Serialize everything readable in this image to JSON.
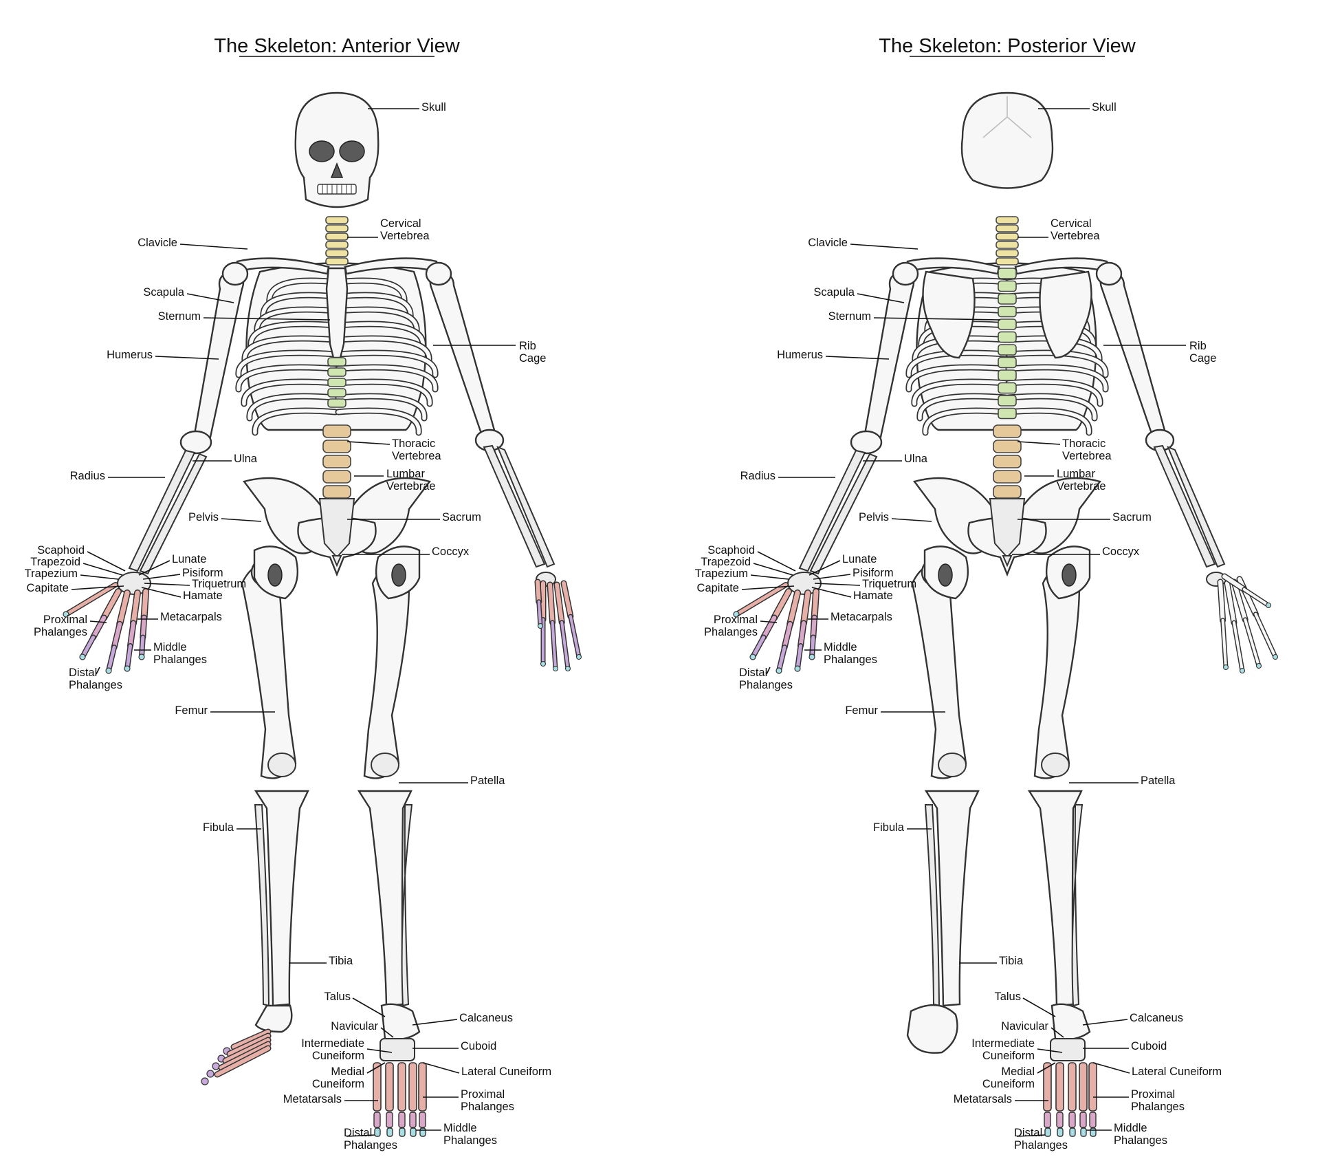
{
  "colors": {
    "cervical": "#efe3a3",
    "thoracic": "#cfe6b1",
    "lumbar": "#e6c99a",
    "carpal_metacarpal": "#e6b0a8",
    "proximal_phalanges": "#d9a8c9",
    "middle_phalanges": "#c6a8d9",
    "distal_phalanges": "#a8dde3"
  },
  "anterior": {
    "title": "The Skeleton: Anterior View",
    "labels": {
      "skull": "Skull",
      "cervical": [
        "Cervical",
        "Vertebrea"
      ],
      "clavicle": "Clavicle",
      "scapula": "Scapula",
      "sternum": "Sternum",
      "humerus": "Humerus",
      "ribcage": [
        "Rib",
        "Cage"
      ],
      "thoracic": [
        "Thoracic",
        "Vertebrea"
      ],
      "ulna": "Ulna",
      "radius": "Radius",
      "lumbar": [
        "Lumbar",
        "Vertebrae"
      ],
      "pelvis": "Pelvis",
      "sacrum": "Sacrum",
      "coccyx": "Coccyx",
      "scaphoid": "Scaphoid",
      "trapezoid": "Trapezoid",
      "trapezium": "Trapezium",
      "capitate": "Capitate",
      "lunate": "Lunate",
      "pisiform": "Pisiform",
      "triquetrum": "Triquetrum",
      "hamate": "Hamate",
      "metacarpals": "Metacarpals",
      "proximal_hand": [
        "Proximal",
        "Phalanges"
      ],
      "middle_hand": [
        "Middle",
        "Phalanges"
      ],
      "distal_hand": [
        "Distal",
        "Phalanges"
      ],
      "femur": "Femur",
      "patella": "Patella",
      "fibula": "Fibula",
      "tibia": "Tibia",
      "talus": "Talus",
      "calcaneus": "Calcaneus",
      "navicular": "Navicular",
      "cuboid": "Cuboid",
      "intermediate_cuneiform": [
        "Intermediate",
        "Cuneiform"
      ],
      "lateral_cuneiform": "Lateral Cuneiform",
      "medial_cuneiform": [
        "Medial",
        "Cuneiform"
      ],
      "metatarsals": "Metatarsals",
      "proximal_foot": [
        "Proximal",
        "Phalanges"
      ],
      "distal_foot": [
        "Distal",
        "Phalanges"
      ],
      "middle_foot": [
        "Middle",
        "Phalanges"
      ]
    }
  },
  "posterior": {
    "title": "The Skeleton: Posterior View",
    "labels": {
      "skull": "Skull",
      "cervical": [
        "Cervical",
        "Vertebrea"
      ],
      "clavicle": "Clavicle",
      "scapula": "Scapula",
      "sternum": "Sternum",
      "humerus": "Humerus",
      "ribcage": [
        "Rib",
        "Cage"
      ],
      "thoracic": [
        "Thoracic",
        "Vertebrea"
      ],
      "ulna": "Ulna",
      "radius": "Radius",
      "lumbar": [
        "Lumbar",
        "Vertebrae"
      ],
      "pelvis": "Pelvis",
      "sacrum": "Sacrum",
      "coccyx": "Coccyx",
      "scaphoid": "Scaphoid",
      "trapezoid": "Trapezoid",
      "trapezium": "Trapezium",
      "capitate": "Capitate",
      "lunate": "Lunate",
      "pisiform": "Pisiform",
      "triquetrum": "Triquetrum",
      "hamate": "Hamate",
      "metacarpals": "Metacarpals",
      "proximal_hand": [
        "Proximal",
        "Phalanges"
      ],
      "middle_hand": [
        "Middle",
        "Phalanges"
      ],
      "distal_hand": [
        "Distal",
        "Phalanges"
      ],
      "femur": "Femur",
      "patella": "Patella",
      "fibula": "Fibula",
      "tibia": "Tibia",
      "talus": "Talus",
      "calcaneus": "Calcaneus",
      "navicular": "Navicular",
      "cuboid": "Cuboid",
      "intermediate_cuneiform": [
        "Intermediate",
        "Cuneiform"
      ],
      "lateral_cuneiform": "Lateral Cuneiform",
      "medial_cuneiform": [
        "Medial",
        "Cuneiform"
      ],
      "metatarsals": "Metatarsals",
      "proximal_foot": [
        "Proximal",
        "Phalanges"
      ],
      "distal_foot": [
        "Distal",
        "Phalanges"
      ],
      "middle_foot": [
        "Middle",
        "Phalanges"
      ]
    }
  }
}
